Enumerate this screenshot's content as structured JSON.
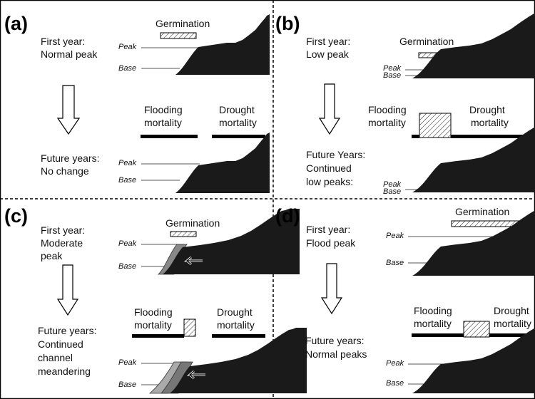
{
  "panels": {
    "a": {
      "letter": "(a)",
      "first_year": [
        "First year:",
        "Normal peak"
      ],
      "germination": "Germination",
      "future": [
        "Future years:",
        "No change"
      ],
      "flooding": [
        "Flooding",
        "mortality"
      ],
      "drought": [
        "Drought",
        "mortality"
      ]
    },
    "b": {
      "letter": "(b)",
      "first_year": [
        "First year:",
        "Low peak"
      ],
      "germination": "Germination",
      "future": [
        "Future Years:",
        "Continued",
        "low peaks:"
      ],
      "flooding": [
        "Flooding",
        "mortality"
      ],
      "drought": [
        "Drought",
        "mortality"
      ]
    },
    "c": {
      "letter": "(c)",
      "first_year": [
        "First year:",
        "Moderate",
        "peak"
      ],
      "germination": "Germination",
      "future": [
        "Future years:",
        "Continued",
        "channel",
        "meandering"
      ],
      "flooding": [
        "Flooding",
        "mortality"
      ],
      "drought": [
        "Drought",
        "mortality"
      ]
    },
    "d": {
      "letter": "(d)",
      "first_year": [
        "First year:",
        "Flood peak"
      ],
      "germination": "Germination",
      "future": [
        "Future years:",
        "Normal peaks"
      ],
      "flooding": [
        "Flooding",
        "mortality"
      ],
      "drought": [
        "Drought",
        "mortality"
      ]
    }
  },
  "peak_label": "Peak",
  "base_label": "Base"
}
